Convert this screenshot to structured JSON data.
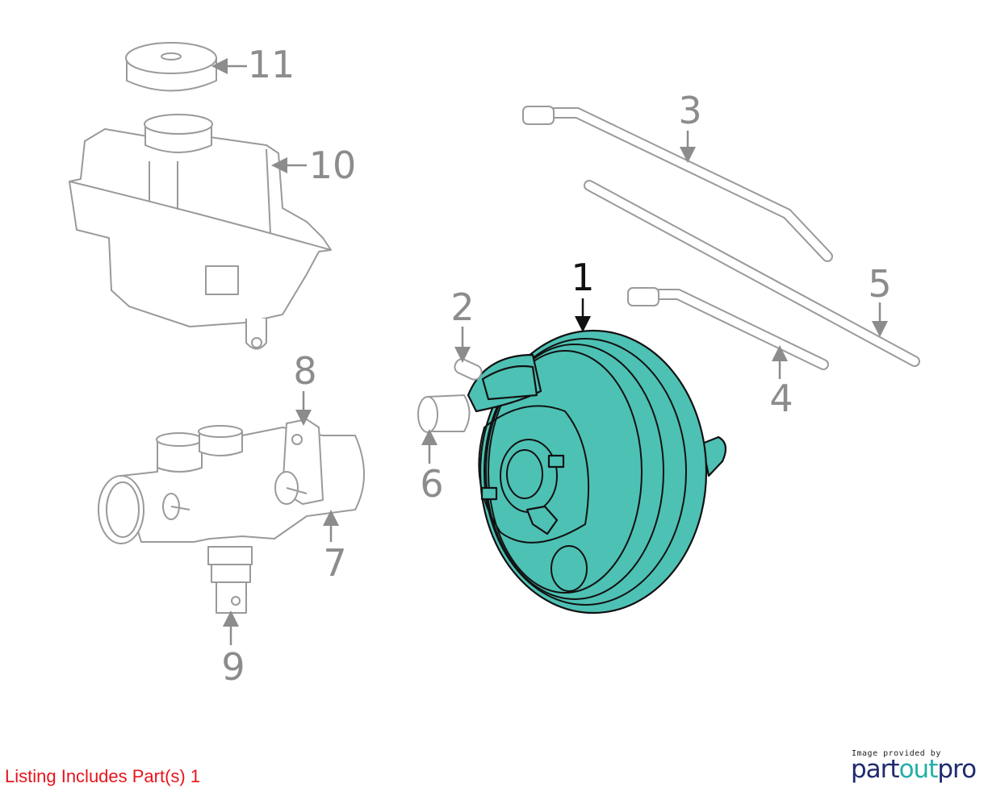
{
  "diagram": {
    "highlight_color": "#4dc1b4",
    "callouts": [
      {
        "label": "1",
        "part": "brake-booster",
        "highlighted": true
      },
      {
        "label": "2",
        "part": "check-valve"
      },
      {
        "label": "3",
        "part": "vacuum-hose-upper"
      },
      {
        "label": "4",
        "part": "vacuum-hose-lower"
      },
      {
        "label": "5",
        "part": "vacuum-line"
      },
      {
        "label": "6",
        "part": "grommet"
      },
      {
        "label": "7",
        "part": "master-cylinder"
      },
      {
        "label": "8",
        "part": "bracket"
      },
      {
        "label": "9",
        "part": "sensor"
      },
      {
        "label": "10",
        "part": "reservoir"
      },
      {
        "label": "11",
        "part": "reservoir-cap"
      }
    ]
  },
  "footer": {
    "listing_text": "Listing Includes Part(s) 1",
    "credit_text": "Image provided by",
    "logo": {
      "part1": "part",
      "part2": "out",
      "part3": "pro"
    }
  }
}
